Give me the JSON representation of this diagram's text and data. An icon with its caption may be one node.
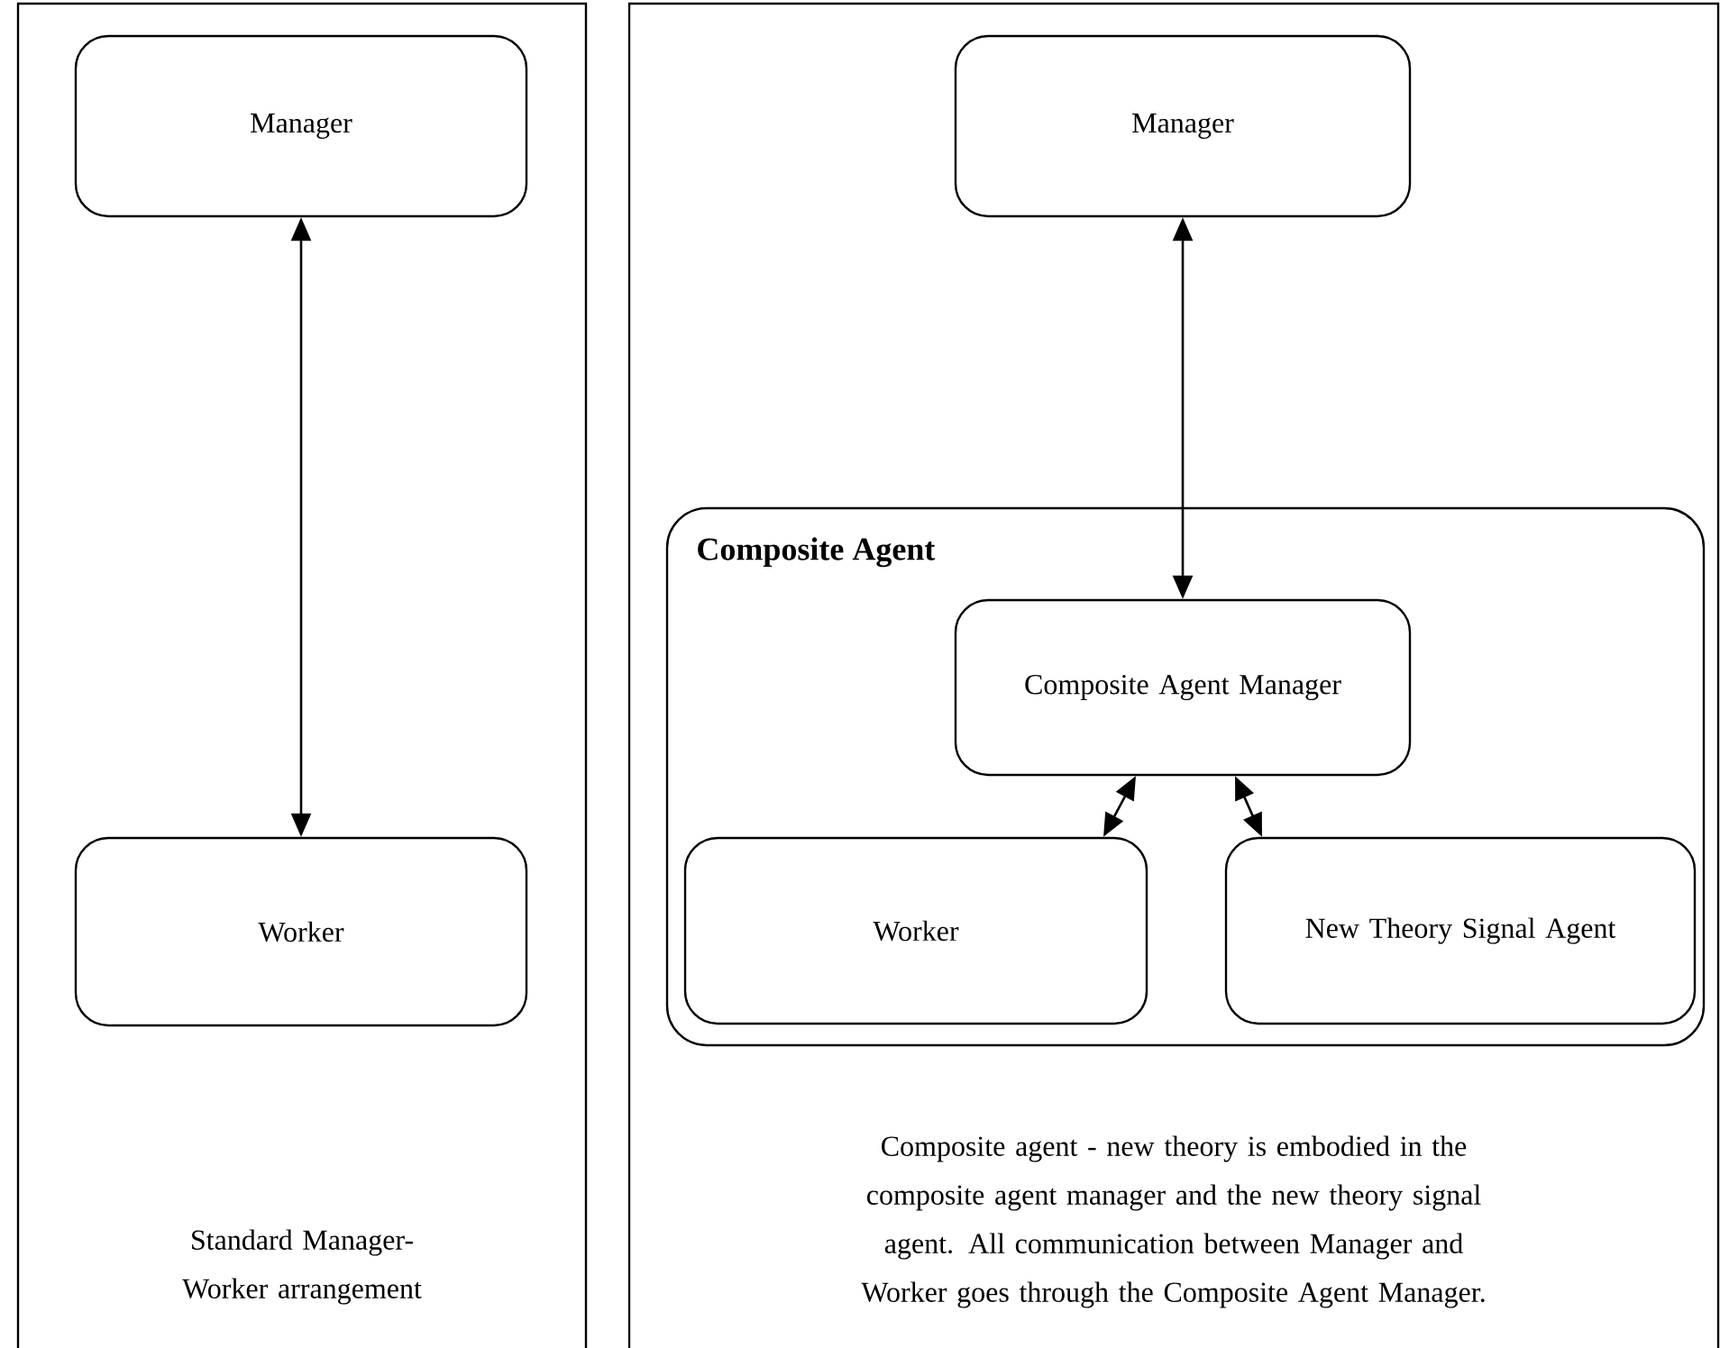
{
  "diagram": {
    "nodes": [
      {
        "text": [
          "Standard Manager-Worker arrangement"
        ]
      },
      {
        "text": [
          "Manager"
        ],
        "in": 0
      },
      {
        "text": [
          "Worker"
        ],
        "in": 0
      },
      {
        "text": [
          "Composite agent - new theory is embodied in the composite agent manager and the new theory signal agent.  All communication between Manager and Worker goes through the Composite Agent Manager."
        ]
      },
      {
        "text": [
          "Manager"
        ],
        "in": 3
      },
      {
        "text": [
          "Composite Agent"
        ],
        "in": 3
      },
      {
        "text": [
          "Composite Agent Manager"
        ],
        "in": 5
      },
      {
        "text": [
          "Worker"
        ],
        "in": 5
      },
      {
        "text": [
          "New Theory Signal Agent"
        ],
        "in": 5
      }
    ],
    "edges": [
      {
        "from": 1,
        "to": 2,
        "arrow": "both"
      },
      {
        "from": 4,
        "to": 6,
        "arrow": "both"
      },
      {
        "from": 6,
        "to": 7,
        "arrow": "both"
      },
      {
        "from": 6,
        "to": 8,
        "arrow": "both"
      }
    ]
  }
}
